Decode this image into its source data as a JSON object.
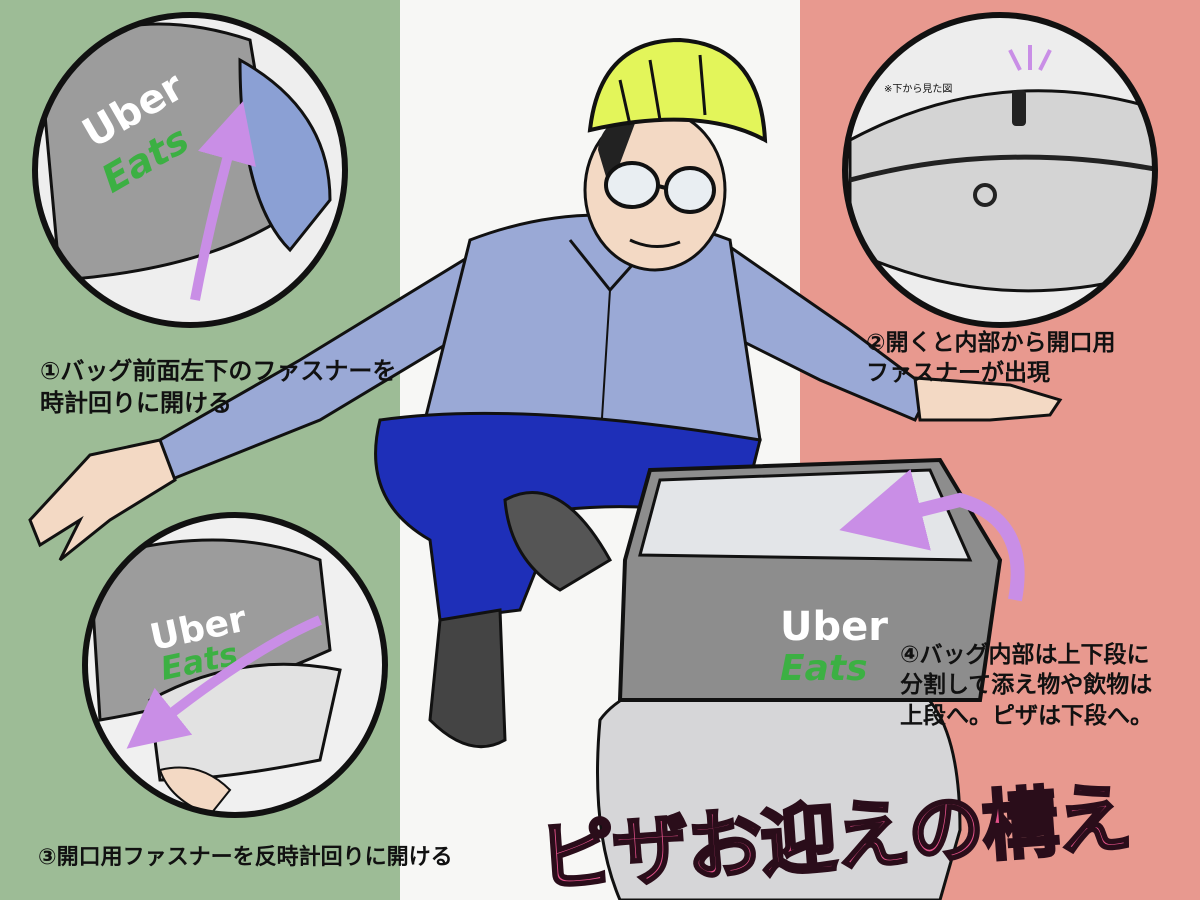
{
  "captions": {
    "step1_line1": "①バッグ前面左下のファスナーを",
    "step1_line2": "時計回りに開ける",
    "step2_line1": "②開くと内部から開口用",
    "step2_line2": "ファスナーが出現",
    "step3": "③開口用ファスナーを反時計回りに開ける",
    "step4_line1": "④バッグ内部は上下段に",
    "step4_line2": "分割して添え物や飲物は",
    "step4_line3": "上段へ。ピザは下段へ。"
  },
  "note_below_view": "※下から見た図",
  "title": "ピザお迎えの構え",
  "brand": {
    "line1": "Uber",
    "line2": "Eats"
  },
  "colors": {
    "band_left": "#9dbc96",
    "band_center": "#f7f7f5",
    "band_right": "#e8998f",
    "arrow": "#c98ee6",
    "eats_green": "#3cb043",
    "title_pink": "#e4518a"
  }
}
